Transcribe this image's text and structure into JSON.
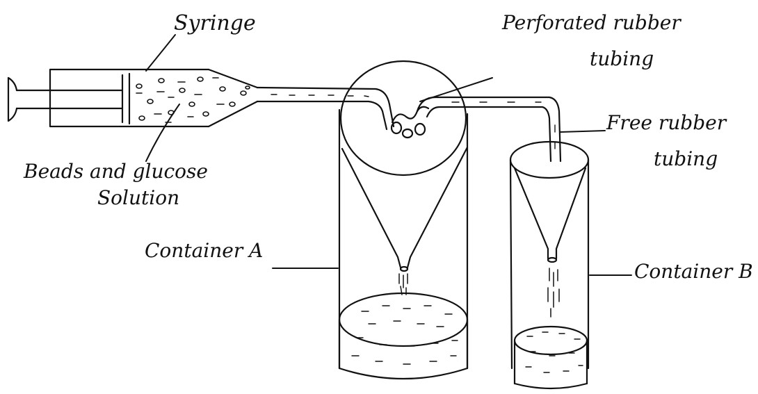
{
  "labels": {
    "syringe": "Syringe",
    "perforated_line1": "Perforated rubber",
    "perforated_line2": "tubing",
    "free_line1": "Free rubber",
    "free_line2": "tubing",
    "beads_line1": "Beads and glucose",
    "beads_line2": "Solution",
    "container_a": "Container A",
    "container_b": "Container B"
  },
  "colors": {
    "ink": "#111111",
    "background": "#ffffff"
  }
}
